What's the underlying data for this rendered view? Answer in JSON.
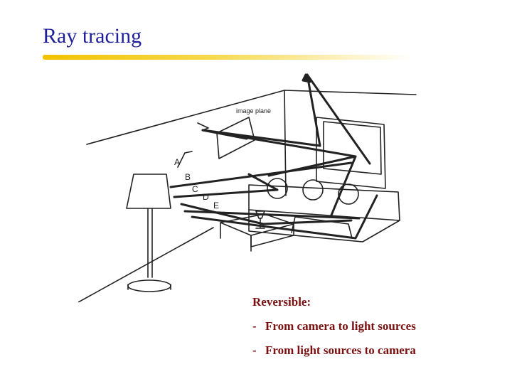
{
  "slide": {
    "title": "Ray tracing",
    "accent_color": "#f2c200",
    "title_color": "#1f1f9a",
    "notes_color": "#7a1010"
  },
  "sketch": {
    "image_plane_label": "image plane",
    "ray_labels": [
      "A",
      "B",
      "C",
      "D",
      "E"
    ]
  },
  "notes": {
    "heading": "Reversible:",
    "bullets": [
      {
        "dash": "-",
        "text": "From camera to light sources"
      },
      {
        "dash": "-",
        "text": "From light sources to camera"
      }
    ]
  }
}
